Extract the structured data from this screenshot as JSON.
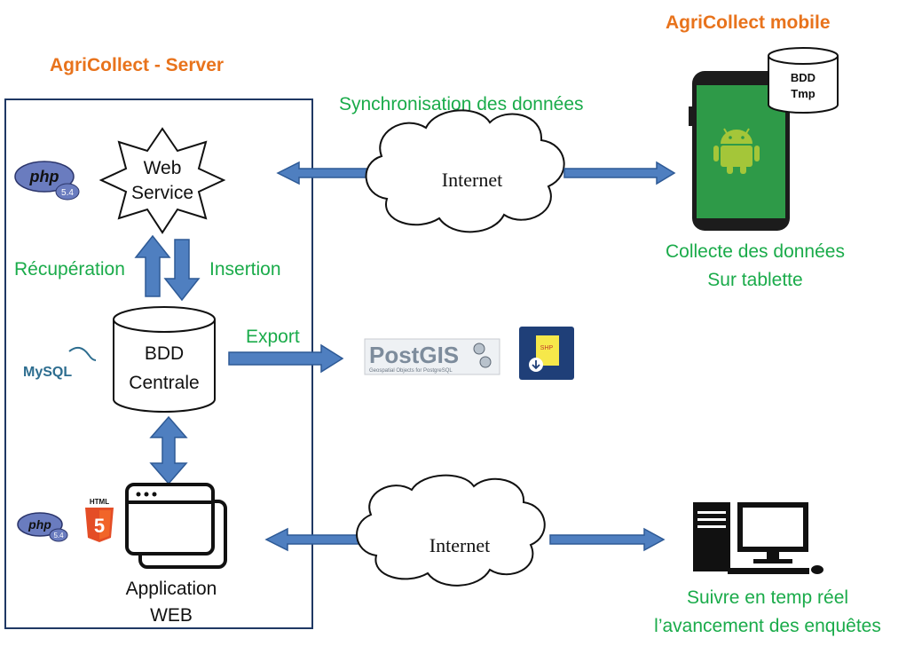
{
  "server": {
    "title": "AgriCollect - Server",
    "web_service_line1": "Web",
    "web_service_line2": "Service",
    "recuperation": "Récupération",
    "insertion": "Insertion",
    "bdd_line1": "BDD",
    "bdd_line2": "Centrale",
    "export": "Export",
    "app_line1": "Application",
    "app_line2": "WEB"
  },
  "mobile": {
    "title": "AgriCollect mobile",
    "bdd_tmp_line1": "BDD",
    "bdd_tmp_line2": "Tmp",
    "caption_line1": "Collecte des données",
    "caption_line2": "Sur tablette"
  },
  "sync": {
    "label": "Synchronisation des données"
  },
  "internet_top": {
    "label": "Internet"
  },
  "internet_bottom": {
    "label": "Internet"
  },
  "desktop": {
    "caption_line1": "Suivre en temp réel",
    "caption_line2": "l’avancement des enquêtes"
  },
  "logos": {
    "php_top_text": "php",
    "php_top_version": "5.4",
    "php_bottom_text": "php",
    "php_bottom_version": "5.4",
    "mysql_text": "MySQL",
    "html_text": "HTML",
    "html_number": "5",
    "postgis_text": "PostGIS",
    "postgis_sub": "Geospatial Objects for PostgreSQL",
    "shp_text": "SHP"
  },
  "colors": {
    "orange": "#e8731c",
    "green": "#1aab4a",
    "arrow_blue": "#4f7fc0",
    "box_border": "#1f3864",
    "android_green": "#2e9a48"
  }
}
